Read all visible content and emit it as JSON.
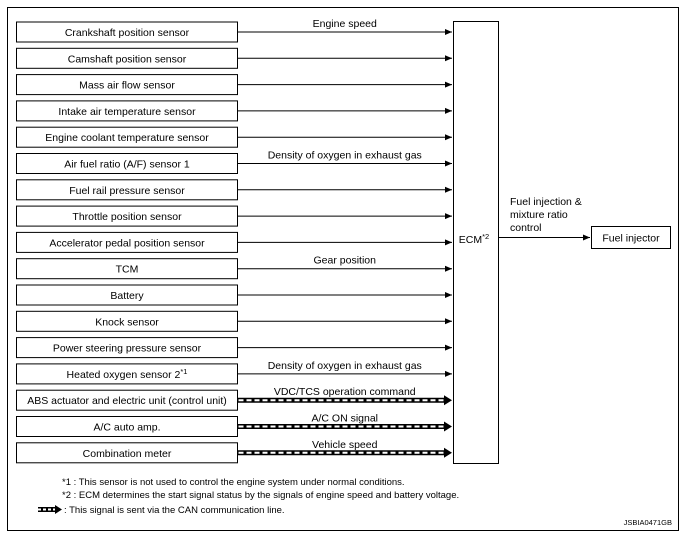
{
  "sensors": [
    {
      "label": "Crankshaft position sensor",
      "signal": "Engine speed",
      "can": false,
      "mark": ""
    },
    {
      "label": "Camshaft position sensor",
      "signal": "",
      "can": false,
      "mark": ""
    },
    {
      "label": "Mass air flow sensor",
      "signal": "",
      "can": false,
      "mark": ""
    },
    {
      "label": "Intake air temperature sensor",
      "signal": "",
      "can": false,
      "mark": ""
    },
    {
      "label": "Engine coolant temperature sensor",
      "signal": "",
      "can": false,
      "mark": ""
    },
    {
      "label": "Air fuel ratio (A/F) sensor 1",
      "signal": "Density of oxygen in exhaust gas",
      "can": false,
      "mark": ""
    },
    {
      "label": "Fuel rail pressure sensor",
      "signal": "",
      "can": false,
      "mark": ""
    },
    {
      "label": "Throttle position sensor",
      "signal": "",
      "can": false,
      "mark": ""
    },
    {
      "label": "Accelerator pedal position sensor",
      "signal": "",
      "can": false,
      "mark": ""
    },
    {
      "label": "TCM",
      "signal": "Gear position",
      "can": false,
      "mark": ""
    },
    {
      "label": "Battery",
      "signal": "",
      "can": false,
      "mark": ""
    },
    {
      "label": "Knock sensor",
      "signal": "",
      "can": false,
      "mark": ""
    },
    {
      "label": "Power steering pressure sensor",
      "signal": "",
      "can": false,
      "mark": ""
    },
    {
      "label": "Heated oxygen sensor 2",
      "signal": "Density of oxygen in exhaust gas",
      "can": false,
      "mark": "*1"
    },
    {
      "label": "ABS actuator and electric unit (control unit)",
      "signal": "VDC/TCS operation command",
      "can": true,
      "mark": ""
    },
    {
      "label": "A/C auto amp.",
      "signal": "A/C ON signal",
      "can": true,
      "mark": ""
    },
    {
      "label": "Combination meter",
      "signal": "Vehicle speed",
      "can": true,
      "mark": ""
    }
  ],
  "ecm": {
    "label": "ECM",
    "mark": "*2"
  },
  "output": {
    "function_lines": [
      "Fuel injection &",
      "mixture ratio",
      "control"
    ],
    "actuator": "Fuel injector"
  },
  "notes": {
    "note1": "*1 : This sensor is not used to control the engine system under normal conditions.",
    "note2": "*2 : ECM determines the start signal status by the signals of engine speed and battery voltage.",
    "note3": ": This signal is sent via the CAN communication line."
  },
  "figure_code": "JSBIA0471GB"
}
